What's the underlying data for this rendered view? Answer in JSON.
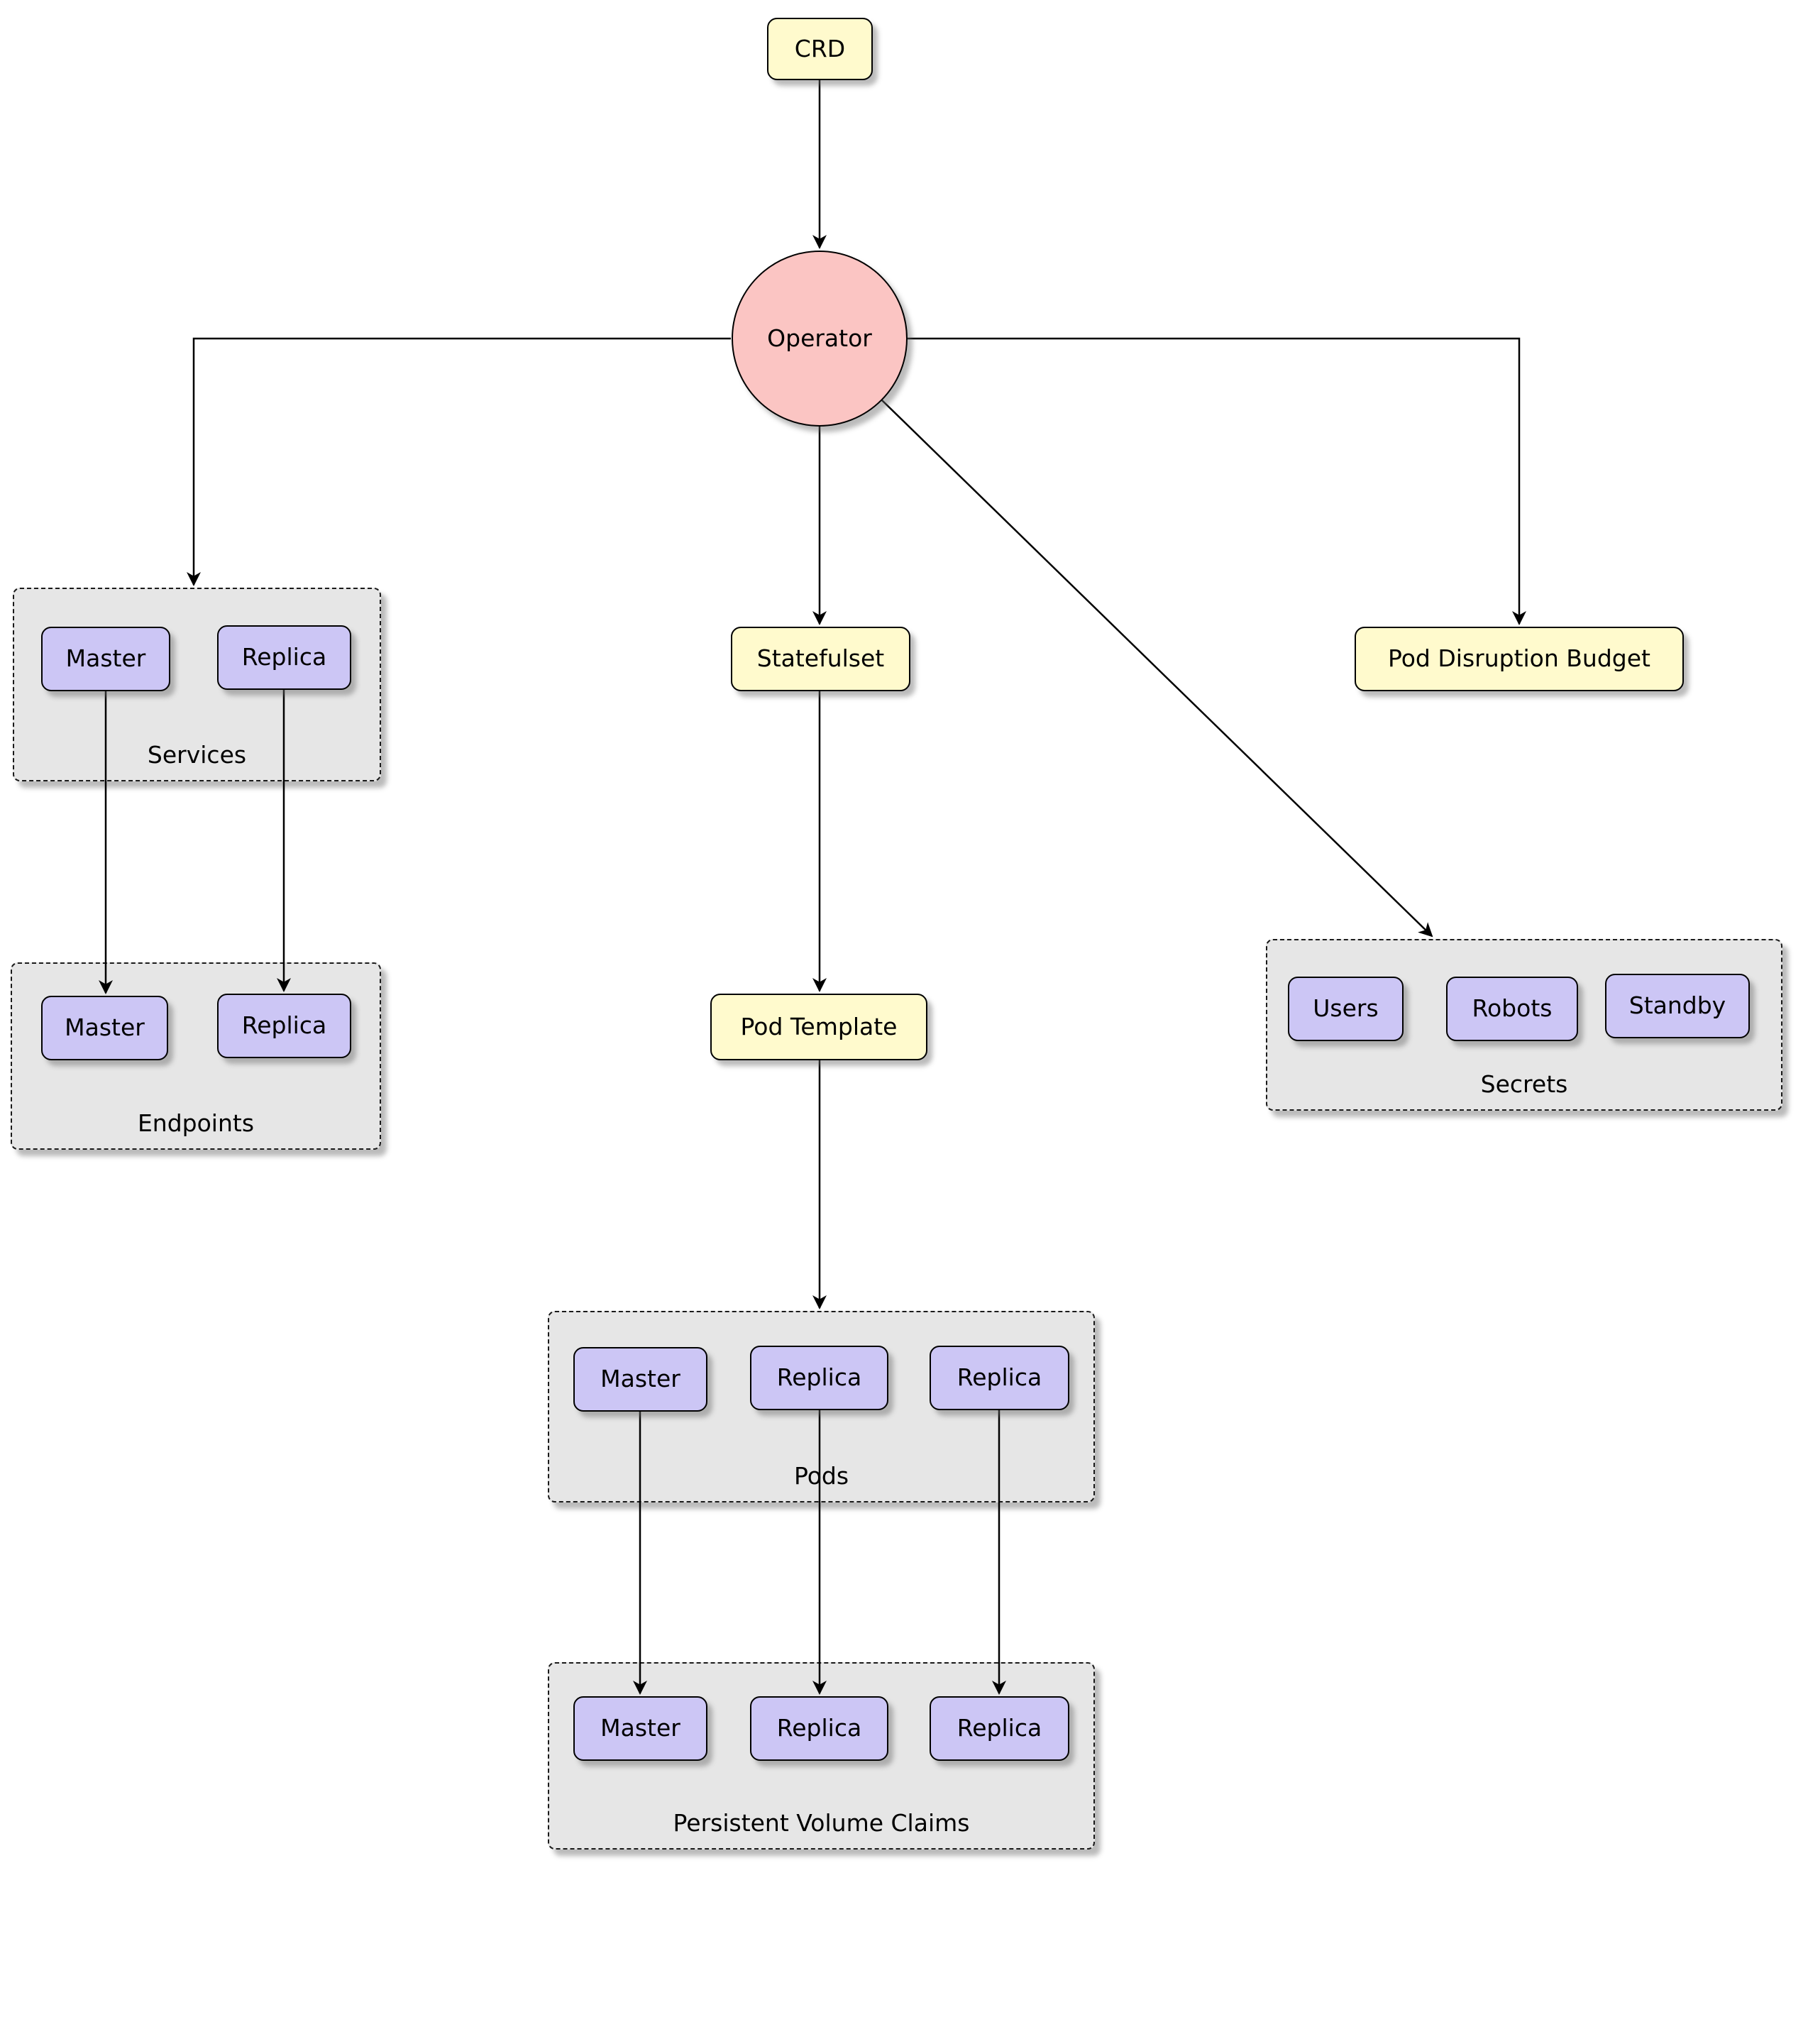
{
  "diagram": {
    "nodes": {
      "crd": {
        "label": "CRD"
      },
      "operator": {
        "label": "Operator"
      },
      "statefulset": {
        "label": "Statefulset"
      },
      "pod_template": {
        "label": "Pod Template"
      },
      "pod_disruption_budget": {
        "label": "Pod Disruption Budget"
      }
    },
    "groups": {
      "services": {
        "label": "Services",
        "items": [
          "Master",
          "Replica"
        ]
      },
      "endpoints": {
        "label": "Endpoints",
        "items": [
          "Master",
          "Replica"
        ]
      },
      "pods": {
        "label": "Pods",
        "items": [
          "Master",
          "Replica",
          "Replica"
        ]
      },
      "persistent_volume_claims": {
        "label": "Persistent Volume Claims",
        "items": [
          "Master",
          "Replica",
          "Replica"
        ]
      },
      "secrets": {
        "label": "Secrets",
        "items": [
          "Users",
          "Robots",
          "Standby"
        ]
      }
    },
    "edges": [
      {
        "from": "crd",
        "to": "operator"
      },
      {
        "from": "operator",
        "to": "services"
      },
      {
        "from": "operator",
        "to": "statefulset"
      },
      {
        "from": "operator",
        "to": "pod_disruption_budget"
      },
      {
        "from": "operator",
        "to": "secrets"
      },
      {
        "from": "statefulset",
        "to": "pod_template"
      },
      {
        "from": "pod_template",
        "to": "pods"
      },
      {
        "from": "services.master",
        "to": "endpoints.master"
      },
      {
        "from": "services.replica",
        "to": "endpoints.replica"
      },
      {
        "from": "pods.master",
        "to": "persistent_volume_claims.master"
      },
      {
        "from": "pods.replica_1",
        "to": "persistent_volume_claims.replica_1"
      },
      {
        "from": "pods.replica_2",
        "to": "persistent_volume_claims.replica_2"
      }
    ],
    "colors": {
      "resource_node": "#FFFACD",
      "component_node": "#CCC6F5",
      "operator_node": "#FBC5C3",
      "group_background": "#E6E6E6",
      "line": "#000000"
    }
  }
}
